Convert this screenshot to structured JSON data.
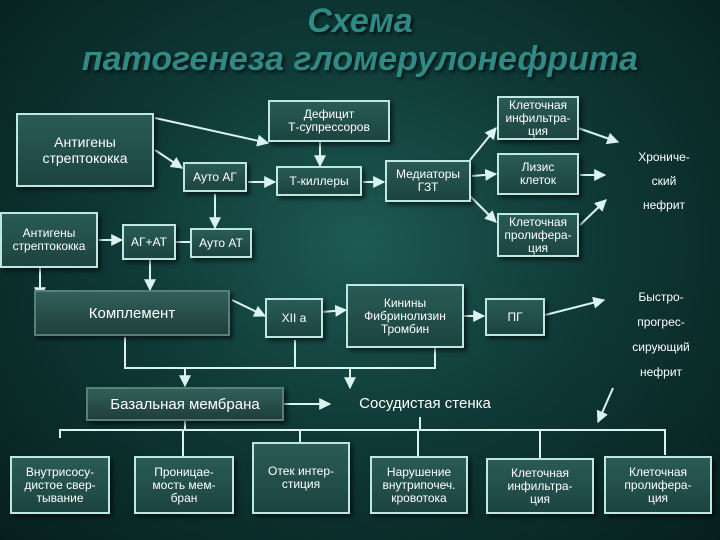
{
  "title": {
    "line1": "Схема",
    "line2": "патогенеза гломерулонефрита"
  },
  "nodes": {
    "antigens_top": "Антигены\nстрептококка",
    "deficit": "Дефицит\nТ-супрессоров",
    "auto_ag": "Ауто АГ",
    "t_killers": "Т-киллеры",
    "mediators": "Медиаторы\nГЗТ",
    "cell_infiltr_top": "Клеточная\nинфильтра-\nция",
    "lysis": "Лизис\nклеток",
    "cell_prolif_top": "Клеточная\nпролифера-\nция",
    "chronic": "Хрониче-\nский\nнефрит",
    "antigens_left": "Антигены\nстрептококка",
    "ag_at": "АГ+АТ",
    "auto_at": "Ауто АТ",
    "complement": "Комплемент",
    "xii_a": "XII a",
    "kinins": "Кинины\nФибринолизин\nТромбин",
    "pg": "ПГ",
    "rapid": "Быстро-\nпрогрес-\nсирующий\nнефрит",
    "basal_membrane": "Базальная мембрана",
    "vascular_wall": "Сосудистая стенка",
    "intravascular": "Внутрисосу-\nдистое свер-\nтывание",
    "permeability": "Проницае-\nмость мем-\nбран",
    "edema": "Отек интер-\nстиция",
    "microcirc": "Нарушение\nвнутрипочеч.\nкровотока",
    "cell_infiltr_bottom": "Клеточная\nинфильтра-\nция",
    "cell_prolif_bottom": "Клеточная\nпролифера-\nция"
  },
  "colors": {
    "line": "#dbf3ef",
    "title": "#2f8a86"
  }
}
